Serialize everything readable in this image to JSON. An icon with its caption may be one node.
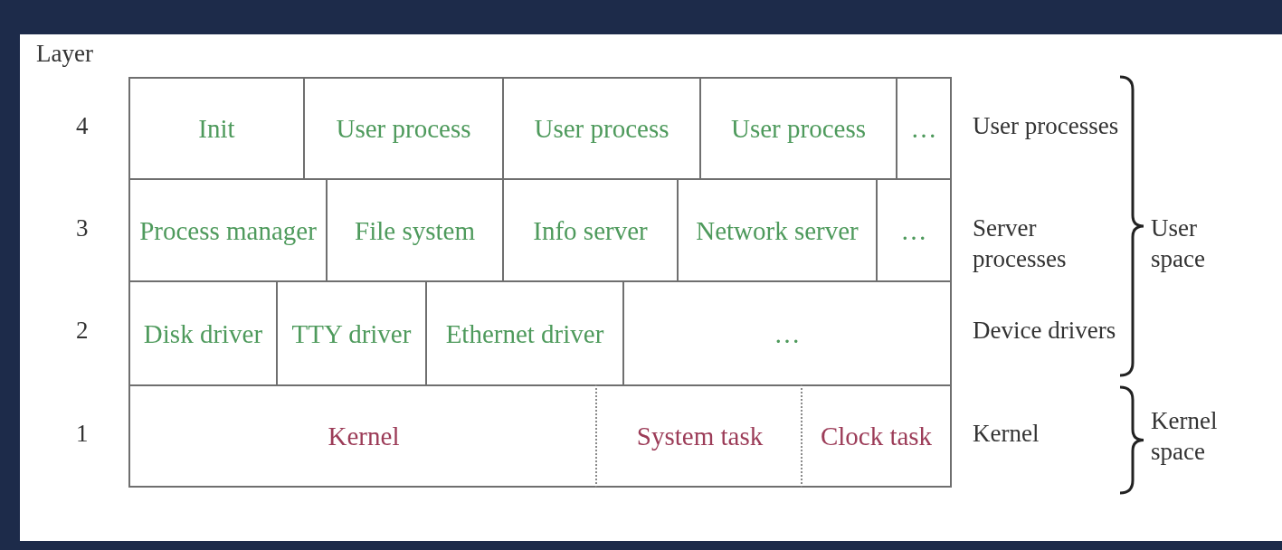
{
  "diagram": {
    "nodes": [
      {
        "text": [
          "Init"
        ]
      },
      {
        "text": [
          "User process"
        ]
      },
      {
        "text": [
          "User process"
        ]
      },
      {
        "text": [
          "User process"
        ]
      },
      {
        "text": [
          "…"
        ]
      },
      {
        "text": [
          "Process manager"
        ]
      },
      {
        "text": [
          "File system"
        ]
      },
      {
        "text": [
          "Info server"
        ]
      },
      {
        "text": [
          "Network server"
        ]
      },
      {
        "text": [
          "…"
        ]
      },
      {
        "text": [
          "Disk driver"
        ]
      },
      {
        "text": [
          "TTY driver"
        ]
      },
      {
        "text": [
          "Ethernet driver"
        ]
      },
      {
        "text": [
          "…"
        ]
      },
      {
        "text": [
          "Kernel"
        ]
      },
      {
        "text": [
          "System task"
        ]
      },
      {
        "text": [
          "Clock task"
        ]
      }
    ],
    "edges": [],
    "labels": [
      "Layer",
      "4",
      "User processes",
      "3",
      "Server processes",
      "User space",
      "2",
      "Device drivers",
      "1",
      "Kernel",
      "Kernel space"
    ]
  }
}
